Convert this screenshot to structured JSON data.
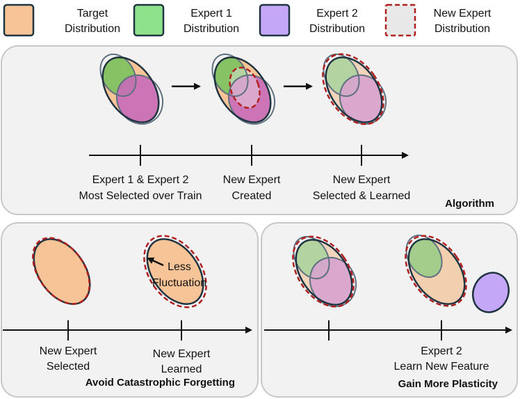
{
  "colors": {
    "target": "#F6C496",
    "expert1": "#8DE28B",
    "expert2": "#C5A7F7",
    "new_expert": "#E8E8E8",
    "new_expert_border": "#B02020",
    "panel_bg": "#F2F2F2",
    "panel_border": "#C8C8C8",
    "outline": "#1F3340"
  },
  "legend": [
    {
      "line1": "Target",
      "line2": "Distribution"
    },
    {
      "line1": "Expert 1",
      "line2": "Distribution"
    },
    {
      "line1": "Expert 2",
      "line2": "Distribution"
    },
    {
      "line1": "New Expert",
      "line2": "Distribution"
    }
  ],
  "top_panel": {
    "title": "Algorithm",
    "ticks": [
      {
        "line1": "Expert 1 & Expert 2",
        "line2": "Most Selected over Train"
      },
      {
        "line1": "New Expert",
        "line2": "Created"
      },
      {
        "line1": "New Expert",
        "line2": "Selected & Learned"
      }
    ]
  },
  "bottom_left": {
    "title": "Avoid Catastrophic Forgetting",
    "annotation_line1": "Less",
    "annotation_line2": "Fluctuation",
    "ticks": [
      {
        "line1": "New Expert",
        "line2": "Selected"
      },
      {
        "line1": "New Expert",
        "line2": "Learned"
      }
    ]
  },
  "bottom_right": {
    "title": "Gain More Plasticity",
    "ticks": [
      {
        "line1": "",
        "line2": ""
      },
      {
        "line1": "Expert 2",
        "line2": "Learn New Feature"
      }
    ]
  }
}
